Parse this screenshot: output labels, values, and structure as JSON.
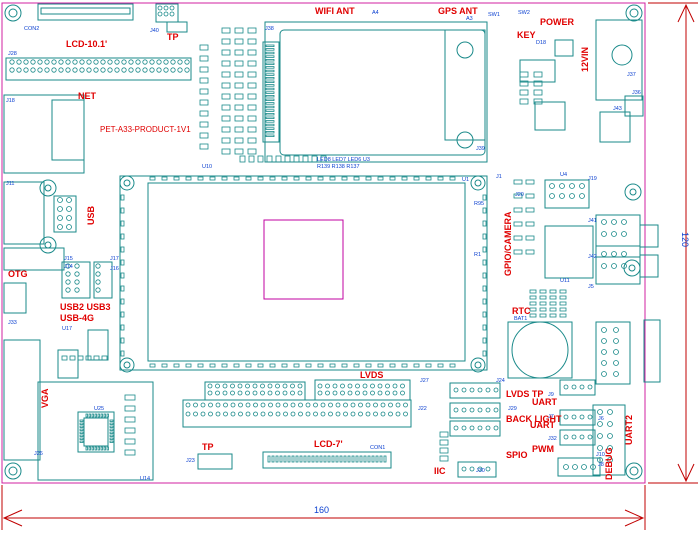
{
  "board": {
    "model": "PET-A33-PRODUCT-1V1",
    "colors": {
      "outline": "#d020a0",
      "silk": "#0a3fd0",
      "pad": "#1a8a8a",
      "title": "#e00000",
      "dim": "#c00000",
      "cpu_core": "#c000a0"
    }
  },
  "labels": {
    "wifi_ant": "WIFI ANT",
    "gps_ant": "GPS ANT",
    "power": "POWER",
    "key": "KEY",
    "vin": "12VIN",
    "lcd10": "LCD-10.1'",
    "tp_top": "TP",
    "net": "NET",
    "usb": "USB",
    "otg": "OTG",
    "usb23": "USB2 USB3",
    "usb4g": "USB-4G",
    "vga": "VGA",
    "lvds": "LVDS",
    "tp_bottom": "TP",
    "lcd7": "LCD-7'",
    "gpio_camera": "GPIO/CAMERA",
    "rtc": "RTC",
    "bat1": "BAT1",
    "lvds_tp": "LVDS TP",
    "back_light": "BACK LIGHT",
    "uart_a": "UART",
    "uart_b": "UART",
    "uart2": "UART2",
    "pwm": "PWM",
    "spio": "SPIO",
    "iic": "IIC",
    "debug": "DEBUG",
    "u1": "U1",
    "j1": "J1"
  },
  "refs": {
    "con2": "CON2",
    "j40": "J40",
    "j28": "J28",
    "j18": "J18",
    "j11": "J11",
    "j38": "J38",
    "j39": "J39",
    "a4": "A4",
    "a3": "A3",
    "sw1": "SW1",
    "sw2": "SW2",
    "j37": "J37",
    "j36": "J36",
    "j43": "J43",
    "d18": "D18",
    "u10": "U10",
    "j15": "J15",
    "j14": "J14",
    "j16": "J16",
    "j17": "J17",
    "j33": "J33",
    "u17": "U17",
    "u25": "U25",
    "u14": "U14",
    "j26": "J26",
    "j23": "J23",
    "con1": "CON1",
    "j27": "J27",
    "j22": "J22",
    "j24": "J24",
    "j29": "J29",
    "j30": "J30",
    "j32": "J32",
    "j5": "J5",
    "j6": "J6",
    "j7": "J7",
    "j8": "J8",
    "j9": "J9",
    "j10": "J10",
    "j19": "J19",
    "j20": "J20",
    "j41": "J41",
    "j42": "J42",
    "u11": "U11",
    "u4": "U4",
    "r95": "R95",
    "r1": "R1",
    "leds": "LED8 LED7 LED6 U3",
    "resistors": "R139 R138 R137"
  },
  "dimensions": {
    "width": "160",
    "height": "120"
  }
}
